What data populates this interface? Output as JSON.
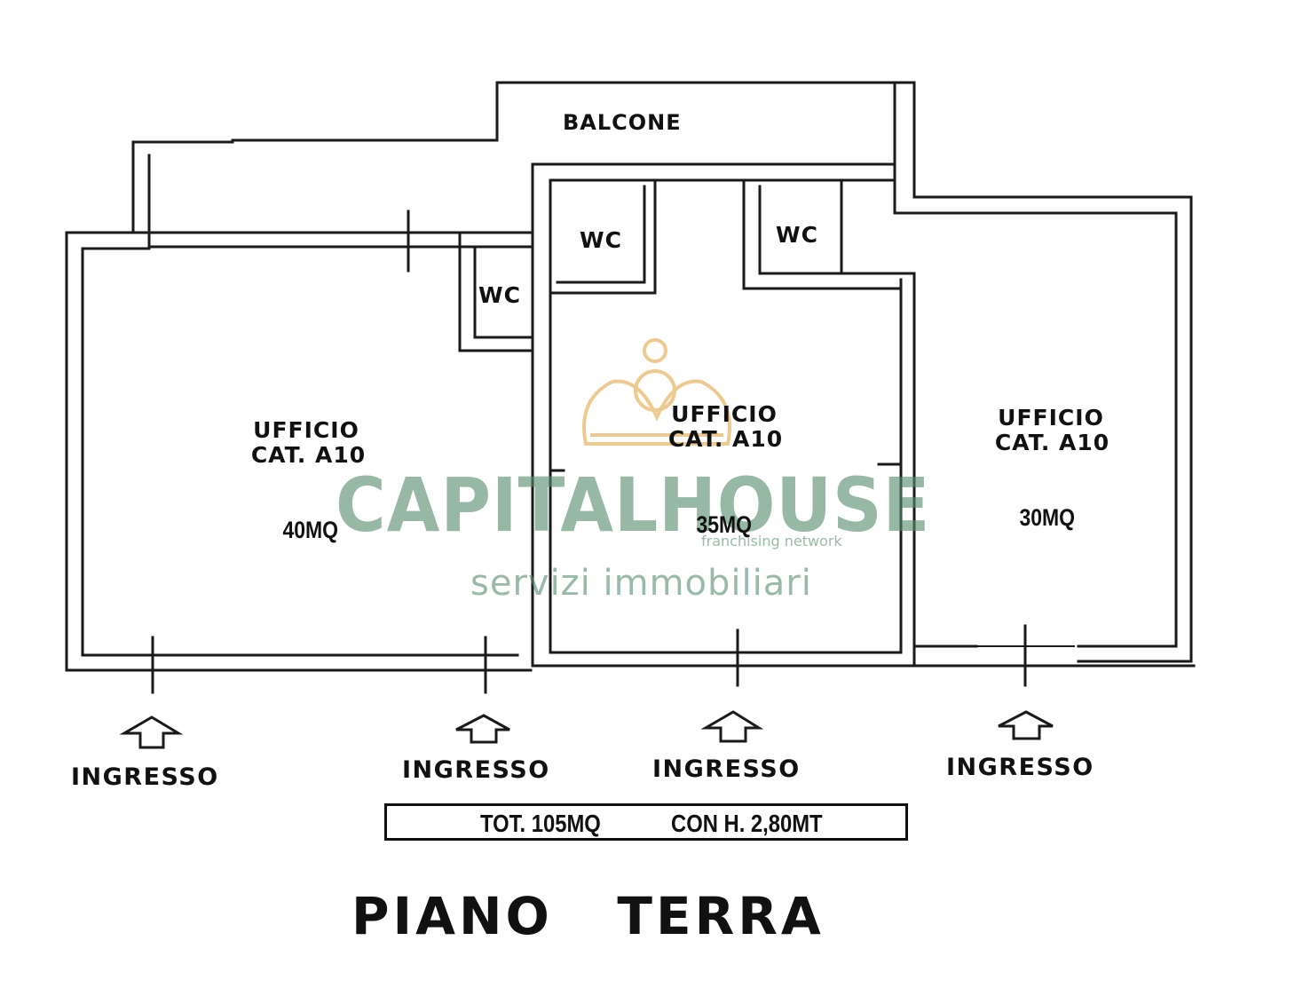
{
  "labels": {
    "balcone": "BALCONE",
    "wc1": "WC",
    "wc2": "WC",
    "wc3": "WC",
    "office1": {
      "name": "UFFICIO",
      "cat": "CAT.  A10",
      "area": "40MQ"
    },
    "office2": {
      "name": "UFFICIO",
      "cat": "CAT.  A10",
      "area": "35MQ"
    },
    "office3": {
      "name": "UFFICIO",
      "cat": "CAT.  A10",
      "area": "30MQ"
    },
    "entrances": [
      "INGRESSO",
      "INGRESSO",
      "INGRESSO",
      "INGRESSO"
    ],
    "total_area": "TOT. 105MQ",
    "height": "CON H. 2,80MT",
    "floor_title": "PIANO   TERRA"
  },
  "watermark": {
    "brand": "CAPITALHOUSE",
    "subtitle": "franchising network",
    "tagline": "servizi immobiliari",
    "color": "#558c6e",
    "crown_color": "#e8b96a"
  },
  "icons": {
    "entrance_arrow": "up-arrow-icon",
    "logo": "crown-icon"
  }
}
